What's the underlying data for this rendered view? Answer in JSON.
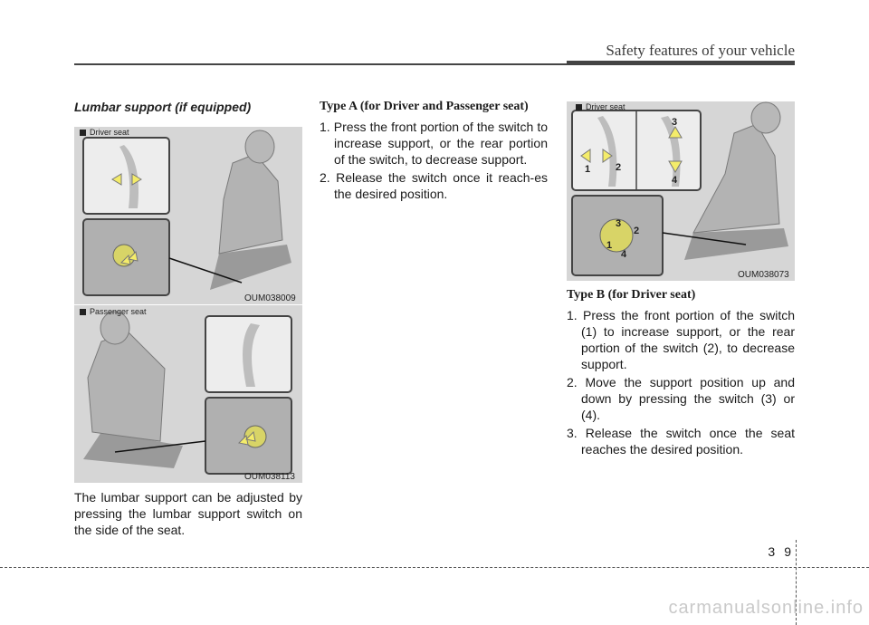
{
  "header": {
    "title": "Safety features of your vehicle"
  },
  "section": {
    "title": "Lumbar support (if equipped)"
  },
  "figures": {
    "driver_left": {
      "label": "Driver seat",
      "code": "OUM038009"
    },
    "passenger": {
      "label": "Passenger seat",
      "code": "OUM038113"
    },
    "driver_right": {
      "label": "Driver seat",
      "code": "OUM038073",
      "numbers": [
        "1",
        "2",
        "3",
        "4"
      ]
    }
  },
  "left_paragraph": "The lumbar support can be adjusted by pressing the lumbar support switch on the side of the seat.",
  "typeA": {
    "title": "Type A (for Driver and Passenger seat)",
    "steps": [
      "1. Press the front portion of the switch to increase support, or the rear portion of the switch, to decrease support.",
      "2. Release the switch once it reach-es the desired position."
    ]
  },
  "typeB": {
    "title": "Type B (for Driver seat)",
    "steps": [
      "1. Press the front portion of the switch (1) to increase support, or the rear portion of the switch (2), to decrease support.",
      "2. Move the support position up and down by pressing the switch (3) or (4).",
      "3. Release the switch once the seat reaches the desired position."
    ]
  },
  "footer": {
    "chapter": "3",
    "page": "9"
  },
  "watermark": "carmanualsonline.info"
}
